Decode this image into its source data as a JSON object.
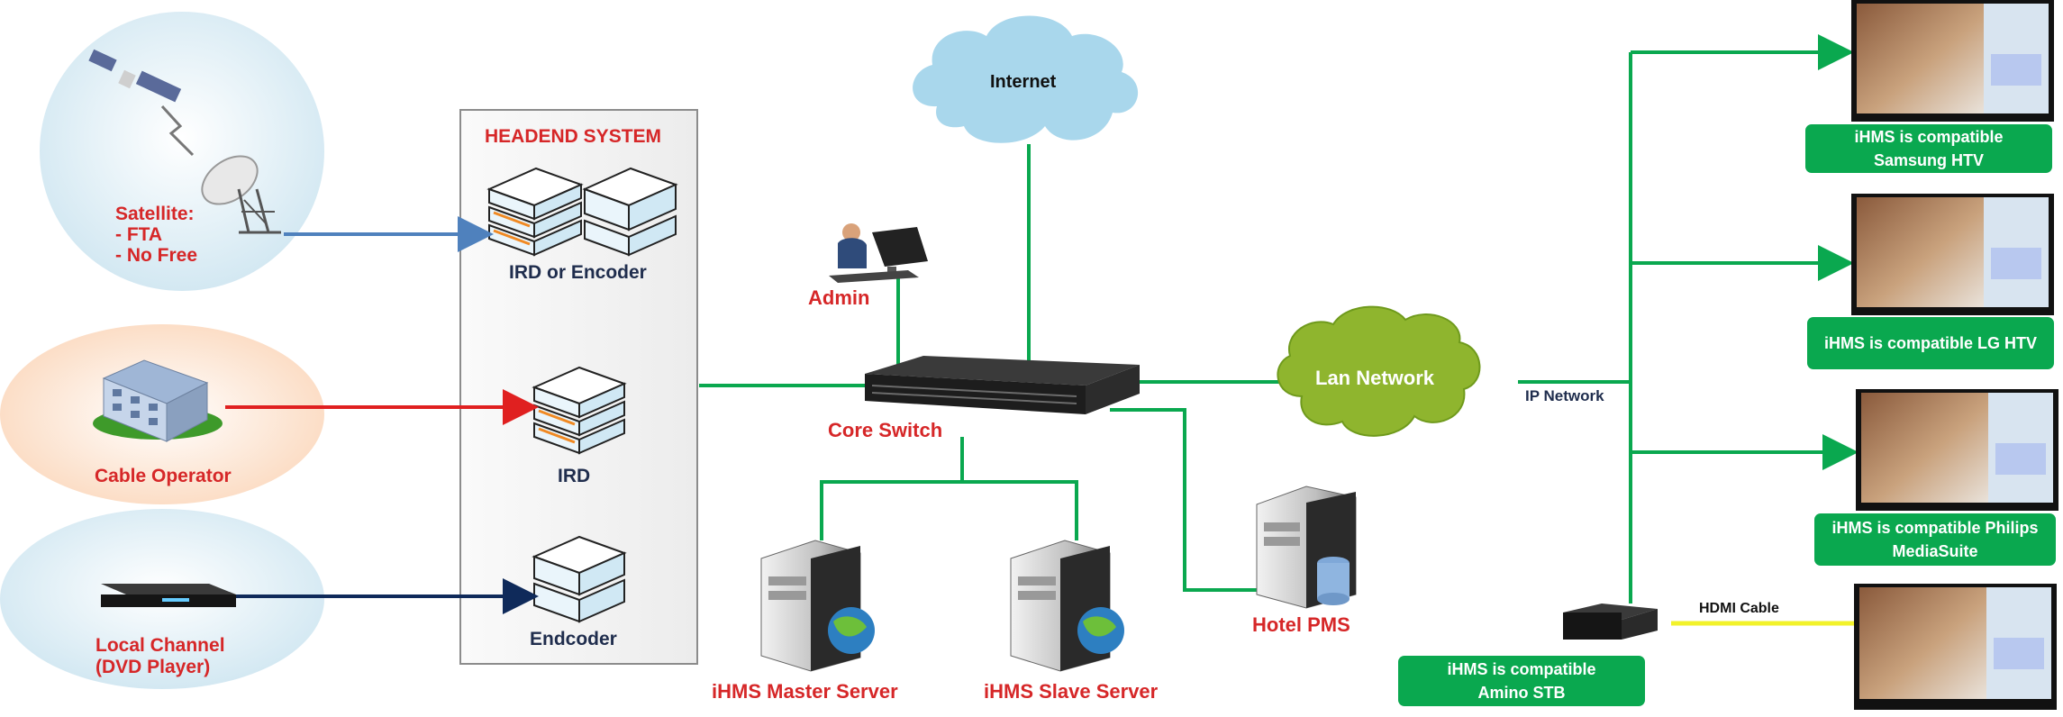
{
  "headend": {
    "title": "HEADEND SYSTEM",
    "ird_encoder": "IRD or Encoder",
    "ird": "IRD",
    "encoder": "Endcoder"
  },
  "sources": {
    "satellite": [
      "Satellite:",
      "- FTA",
      "- No Free"
    ],
    "cable": "Cable Operator",
    "local": [
      "Local Channel",
      "(DVD Player)"
    ]
  },
  "network": {
    "internet": "Internet",
    "admin": "Admin",
    "core_switch": "Core Switch",
    "lan": "Lan Network",
    "ip_network": "IP Network",
    "hdmi": "HDMI Cable"
  },
  "servers": {
    "master": "iHMS Master Server",
    "slave": "iHMS Slave Server",
    "pms": "Hotel PMS"
  },
  "tvs": [
    {
      "line1": "iHMS is compatible",
      "line2": "Samsung HTV"
    },
    {
      "line1": "iHMS is compatible LG HTV",
      "line2": ""
    },
    {
      "line1": "iHMS is compatible Philips",
      "line2": "MediaSuite"
    },
    {
      "line1": "iHMS is compatible",
      "line2": "Amino STB"
    }
  ],
  "colors": {
    "green": "#0aa84f",
    "red_text": "#d62728",
    "blue_arrow": "#4f81bd",
    "red_arrow": "#e02020",
    "navy_arrow": "#0f2a5a",
    "hdmi": "#f2f22a"
  }
}
